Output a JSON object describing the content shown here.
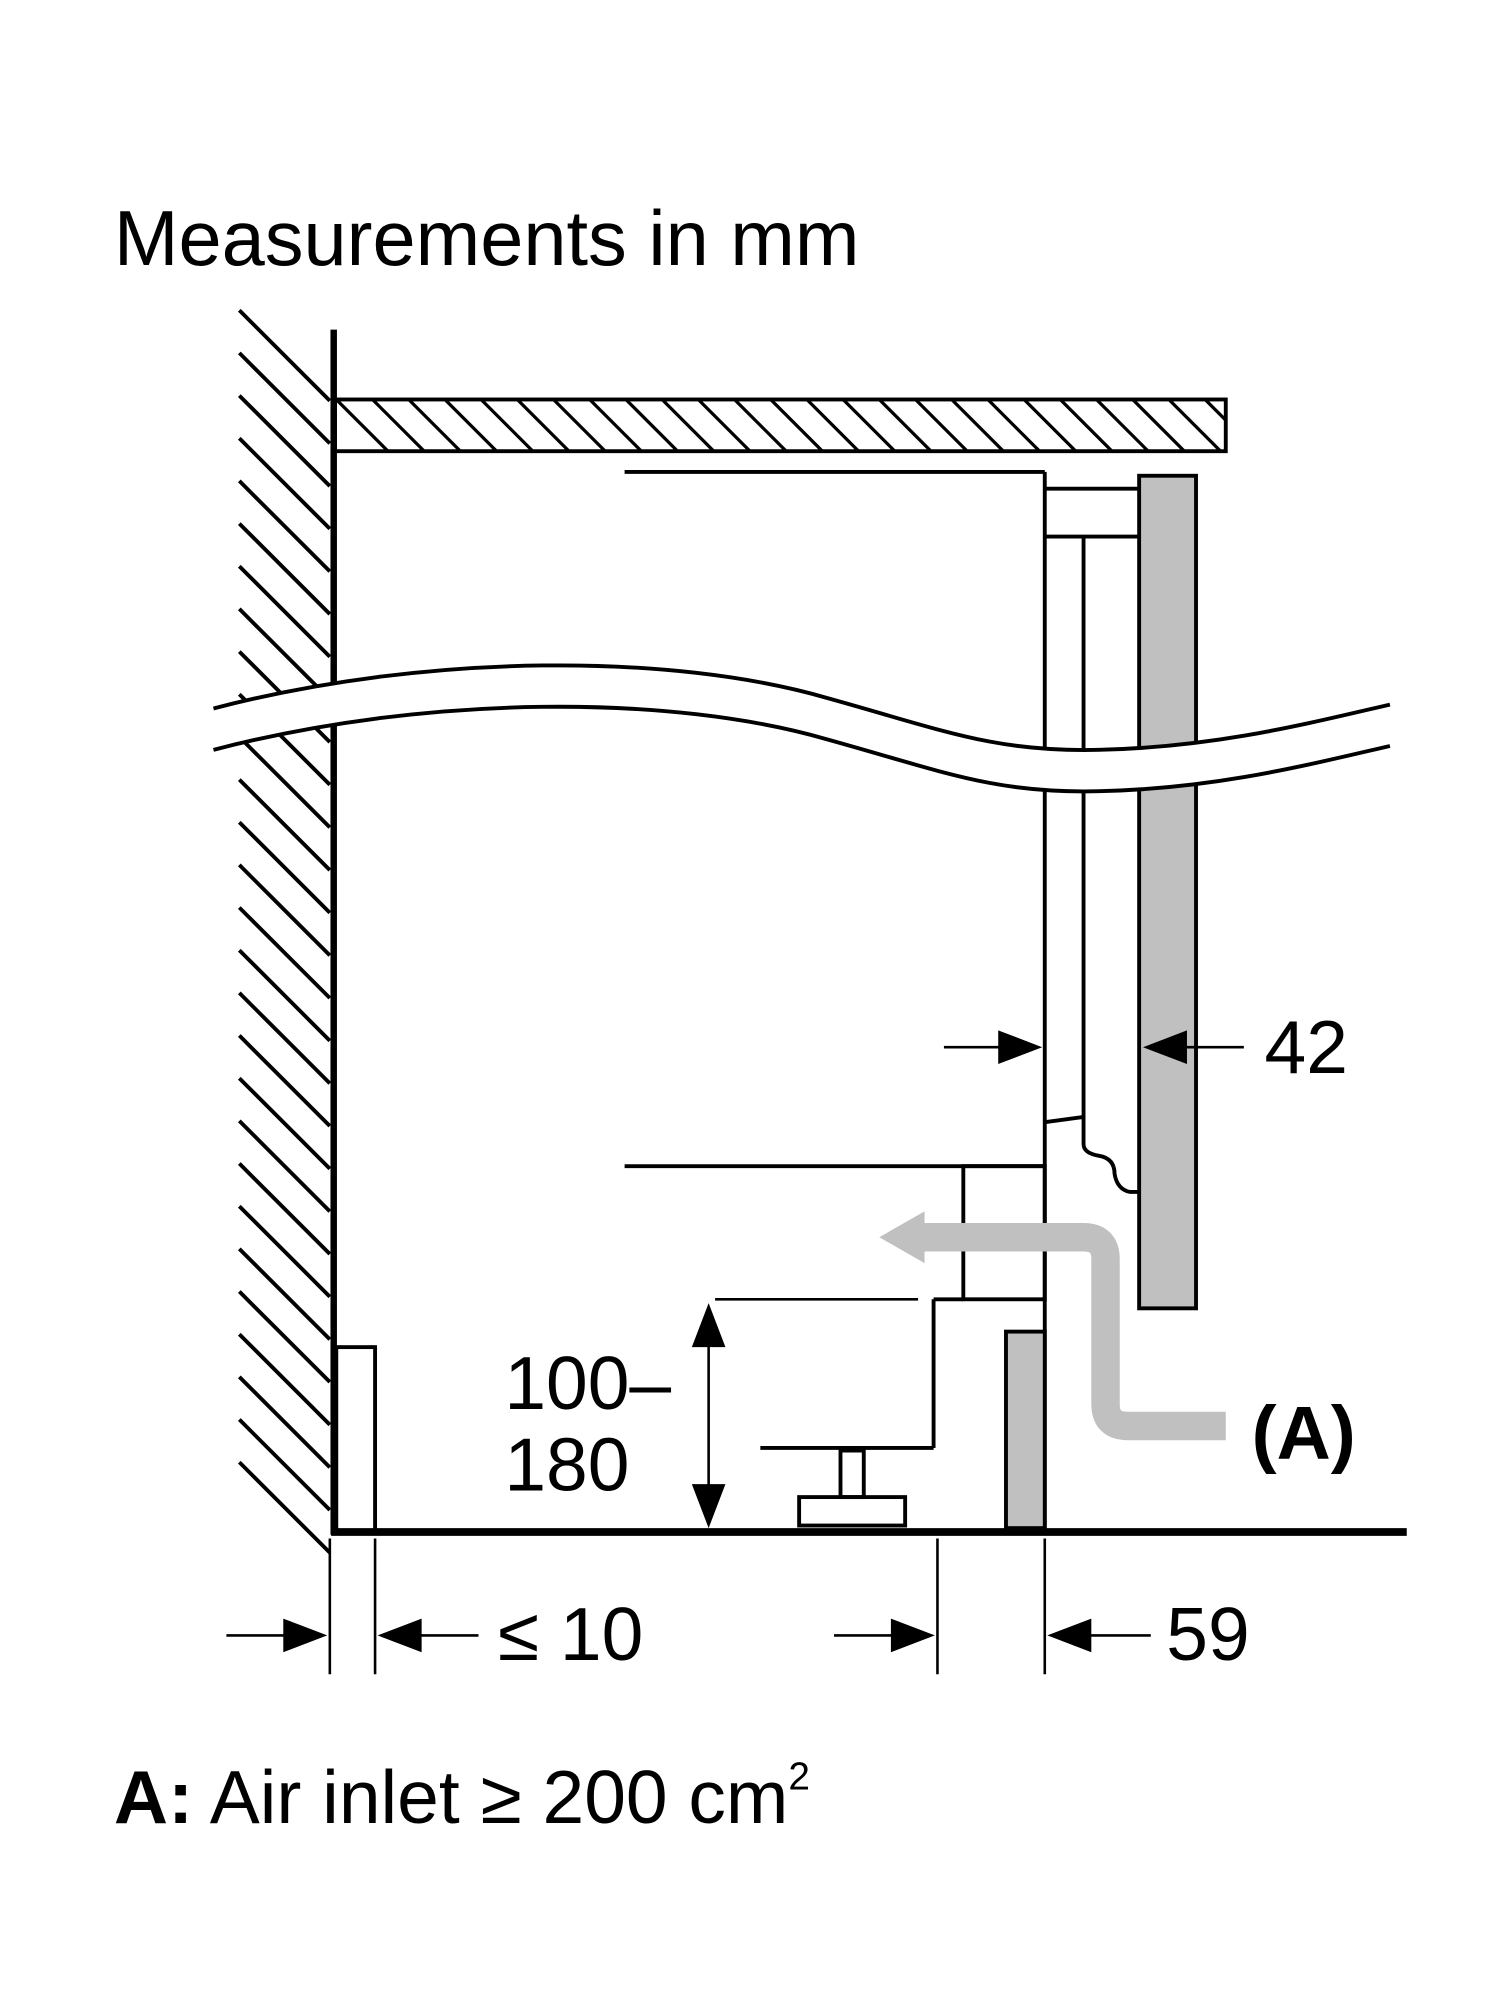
{
  "title": "Measurements in mm",
  "dimensions": {
    "door_gap": "42",
    "plinth_height_top": "100–",
    "plinth_height_bottom": "180",
    "wall_gap": "≤ 10",
    "plinth_depth": "59"
  },
  "callout": "(A)",
  "legend": {
    "key": "A:",
    "text": " Air inlet ≥ 200 cm",
    "superscript": "2"
  },
  "colors": {
    "panel": "#c0c0c0",
    "airflow": "#c0c0c0",
    "line": "#000000"
  }
}
